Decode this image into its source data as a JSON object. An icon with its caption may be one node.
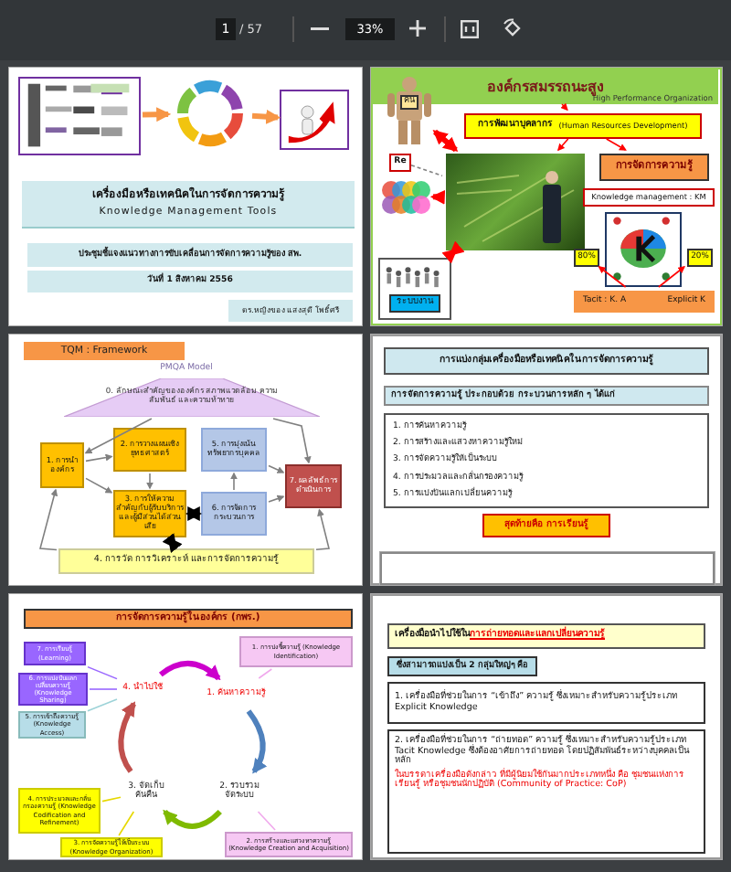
{
  "diagram": {
    "nodes": [
      {
        "text": [],
        "shape": "box"
      },
      {
        "text": [],
        "shape": "picture",
        "in": 0
      },
      {
        "text": [],
        "shape": "picture",
        "in": 0
      },
      {
        "text": [],
        "shape": "picture",
        "in": 0
      },
      {
        "text": [
          "เครื่องมือหรือเทคนิคในการจัดการความรู้",
          "Knowledge Management Tools"
        ],
        "in": 0
      },
      {
        "text": [
          "ประชุมชี้แจงแนวทางการขับเคลื่อนการจัดการความรู้ของ สพ."
        ],
        "in": 0
      },
      {
        "text": [
          "วันที่ 1 สิงหาคม 2556"
        ],
        "in": 0
      },
      {
        "text": [
          "ดร.หญิงของ แสงสุดี โพธิ์ศรี"
        ],
        "in": 0
      },
      {
        "text": [],
        "shape": "box"
      },
      {
        "text": [
          "องค์กรสมรรถนะสูง",
          "High Performance Organization"
        ],
        "in": 8
      },
      {
        "text": [
          "คน"
        ],
        "in": 8
      },
      {
        "text": [
          "Re"
        ],
        "in": 8
      },
      {
        "text": [],
        "shape": "picture",
        "in": 8
      },
      {
        "text": [
          "ระบบงาน"
        ],
        "in": 8
      },
      {
        "text": [
          "การพัฒนาบุคลากร",
          "(Human Resources Development)"
        ],
        "in": 8
      },
      {
        "text": [],
        "shape": "picture",
        "in": 8
      },
      {
        "text": [
          "การจัดการความรู้"
        ],
        "in": 8
      },
      {
        "text": [
          "Knowledge management : KM"
        ],
        "in": 8
      },
      {
        "text": [],
        "shape": "picture",
        "in": 8
      },
      {
        "text": [
          "80%"
        ],
        "in": 8
      },
      {
        "text": [
          "20%"
        ],
        "in": 8
      },
      {
        "text": [
          "Tacit : K. A",
          "Explicit K"
        ],
        "in": 8
      },
      {
        "text": [],
        "shape": "box"
      },
      {
        "text": [
          "TQM : Framework"
        ],
        "in": 22
      },
      {
        "text": [
          "0. ลักษณะสำคัญขององค์กร สภาพแวดล้อม ความสัมพันธ์ และความท้าทาย"
        ],
        "in": 22
      },
      {
        "text": [
          "1. การนำองค์กร"
        ],
        "in": 22
      },
      {
        "text": [
          "2. การวางแผนเชิงยุทธศาสตร์"
        ],
        "in": 22
      },
      {
        "text": [
          "3. การให้ความสำคัญกับผู้รับบริการและผู้มีส่วนได้ส่วนเสีย"
        ],
        "in": 22
      },
      {
        "text": [
          "5. การมุ่งเน้นทรัพยากรบุคคล"
        ],
        "in": 22
      },
      {
        "text": [
          "6. การจัดการกระบวนการ"
        ],
        "in": 22
      },
      {
        "text": [
          "7. ผลลัพธ์การดำเนินการ"
        ],
        "in": 22
      },
      {
        "text": [
          "4. การวัด การวิเคราะห์ และการจัดการความรู้"
        ],
        "in": 22
      },
      {
        "text": [],
        "shape": "box"
      },
      {
        "text": [
          "การแบ่งกลุ่มเครื่องมือหรือเทคนิคในการจัดการความรู้"
        ],
        "in": 32
      },
      {
        "text": [
          "การจัดการความรู้ ประกอบด้วย กระบวนการหลัก ๆ ได้แก่"
        ],
        "in": 32
      },
      {
        "text": [
          "1. การค้นหาความรู้",
          "2. การสร้างและแสวงหาความรู้ใหม่",
          "3. การจัดความรู้ให้เป็นระบบ",
          "4. การประมวลและกลั่นกรองความรู้",
          "5. การแบ่งปันแลกเปลี่ยนความรู้"
        ],
        "in": 32
      },
      {
        "text": [
          "สุดท้ายคือ การเรียนรู้"
        ],
        "in": 32
      },
      {
        "text": [],
        "shape": "box",
        "in": 32
      },
      {
        "text": [],
        "shape": "box"
      },
      {
        "text": [
          "การจัดการความรู้ในองค์กร (กพร.)"
        ],
        "in": 38
      },
      {
        "text": [
          "1. การบ่งชี้ความรู้ (Knowledge Identification)"
        ],
        "in": 38
      },
      {
        "text": [
          "2. การสร้างและแสวงหาความรู้ (Knowledge Creation and Acquisition)"
        ],
        "in": 38
      },
      {
        "text": [
          "3. การจัดความรู้ให้เป็นระบบ (Knowledge Organization)"
        ],
        "in": 38
      },
      {
        "text": [
          "4. การประมวลและกลั่นกรองความรู้ (Knowledge Codification and Refinement)"
        ],
        "in": 38
      },
      {
        "text": [
          "5. การเข้าถึงความรู้ (Knowledge Access)"
        ],
        "in": 38
      },
      {
        "text": [
          "6. การแบ่งปันแลกเปลี่ยนความรู้ (Knowledge Sharing)"
        ],
        "in": 38
      },
      {
        "text": [
          "7. การเรียนรู้ (Learning)"
        ],
        "in": 38
      },
      {
        "text": [
          "4. นำไปใช้"
        ],
        "in": 38
      },
      {
        "text": [
          "1. ค้นหาความรู้"
        ],
        "in": 38
      },
      {
        "text": [
          "2. รวบรวม จัดระบบ"
        ],
        "in": 38
      },
      {
        "text": [
          "3. จัดเก็บ ค้นคืน"
        ],
        "in": 38
      },
      {
        "text": [],
        "shape": "box"
      },
      {
        "text": [
          "เครื่องมือนำไปใช้ใน",
          "การถ่ายทอดและแลกเปลี่ยนความรู้"
        ],
        "in": 51
      },
      {
        "text": [
          "ซึ่งสามารถแบ่งเป็น 2 กลุ่มใหญ่ๆ คือ"
        ],
        "in": 51
      },
      {
        "text": [
          "1. เครื่องมือที่ช่วยในการ “เข้าถึง” ความรู้ ซึ่งเหมาะสำหรับความรู้ประเภท Explicit Knowledge"
        ],
        "in": 51
      },
      {
        "text": [
          "2. เครื่องมือที่ช่วยในการ “ถ่ายทอด” ความรู้ ซึ่งเหมาะสำหรับความรู้ประเภท Tacit Knowledge ซึ่งต้องอาศัยการถ่ายทอด โดยปฏิสัมพันธ์ระหว่างบุคคลเป็นหลัก",
          "ในบรรดาเครื่องมือดังกล่าว ที่มีผู้นิยมใช้กันมากประเภทหนึ่ง คือ ชุมชนแห่งการเรียนรู้ หรือชุมชนนักปฏิบัติ (Community of Practice: CoP)"
        ],
        "in": 51
      }
    ],
    "edges": [
      {
        "from": 1,
        "to": 2,
        "arrow": "to",
        "style": "thick",
        "color": "#f79646"
      },
      {
        "from": 2,
        "to": 3,
        "arrow": "to",
        "style": "thick",
        "color": "#f79646"
      },
      {
        "from": 9,
        "to": 14,
        "arrow": "to",
        "color": "#ff0000"
      },
      {
        "from": 14,
        "to": 15,
        "arrow": "to",
        "color": "#ff0000"
      },
      {
        "from": 14,
        "to": 16,
        "arrow": "to",
        "color": "#ff0000"
      },
      {
        "from": 10,
        "to": 15,
        "arrow": "both",
        "style": "thick",
        "color": "#ff0000"
      },
      {
        "from": 15,
        "to": 12,
        "arrow": "to",
        "style": "thick",
        "color": "#ff0000"
      },
      {
        "from": 13,
        "to": 15,
        "arrow": "both",
        "style": "thick",
        "color": "#ff0000"
      },
      {
        "from": 11,
        "to": 15,
        "arrow": "none",
        "style": "dashed"
      },
      {
        "from": 21,
        "to": 19,
        "arrow": "to",
        "color": "#ff0000"
      },
      {
        "from": 21,
        "to": 20,
        "arrow": "to",
        "color": "#ff0000"
      },
      {
        "from": 24,
        "to": 25,
        "arrow": "to"
      },
      {
        "from": 24,
        "to": 30,
        "arrow": "to"
      },
      {
        "from": 25,
        "to": 26,
        "arrow": "to"
      },
      {
        "from": 25,
        "to": 27,
        "arrow": "to"
      },
      {
        "from": 26,
        "to": 27,
        "arrow": "to"
      },
      {
        "from": 29,
        "to": 28,
        "arrow": "to"
      },
      {
        "from": 28,
        "to": 30,
        "arrow": "to"
      },
      {
        "from": 29,
        "to": 30,
        "arrow": "to"
      },
      {
        "from": 27,
        "to": 29,
        "arrow": "both",
        "style": "thick",
        "color": "#000000"
      },
      {
        "from": 31,
        "to": 27,
        "arrow": "both",
        "style": "thick",
        "color": "#000000"
      },
      {
        "from": 31,
        "to": 25,
        "arrow": "to"
      },
      {
        "from": 31,
        "to": 30,
        "arrow": "to"
      },
      {
        "from": 47,
        "to": 48,
        "arrow": "to",
        "style": "thick",
        "color": "#cc00cc"
      },
      {
        "from": 48,
        "to": 49,
        "arrow": "to",
        "style": "thick",
        "color": "#4f81bd"
      },
      {
        "from": 49,
        "to": 50,
        "arrow": "to",
        "style": "thick",
        "color": "#7fba00"
      },
      {
        "from": 50,
        "to": 47,
        "arrow": "to",
        "style": "thick",
        "color": "#c0504d"
      },
      {
        "from": 46,
        "to": 47,
        "arrow": "none",
        "color": "#9966ff"
      },
      {
        "from": 45,
        "to": 47,
        "arrow": "none",
        "color": "#9966ff"
      },
      {
        "from": 44,
        "to": 47,
        "arrow": "none",
        "color": "#9dd3d8"
      },
      {
        "from": 40,
        "to": 48,
        "arrow": "none",
        "color": "#f0a8ec"
      },
      {
        "from": 41,
        "to": 49,
        "arrow": "none",
        "color": "#f0a8ec"
      },
      {
        "from": 43,
        "to": 50,
        "arrow": "none",
        "color": "#e6d800"
      },
      {
        "from": 42,
        "to": 50,
        "arrow": "none",
        "color": "#e6d800"
      }
    ],
    "labels": [
      "1",
      "/ 57",
      "33%",
      "PMQA Model"
    ]
  }
}
